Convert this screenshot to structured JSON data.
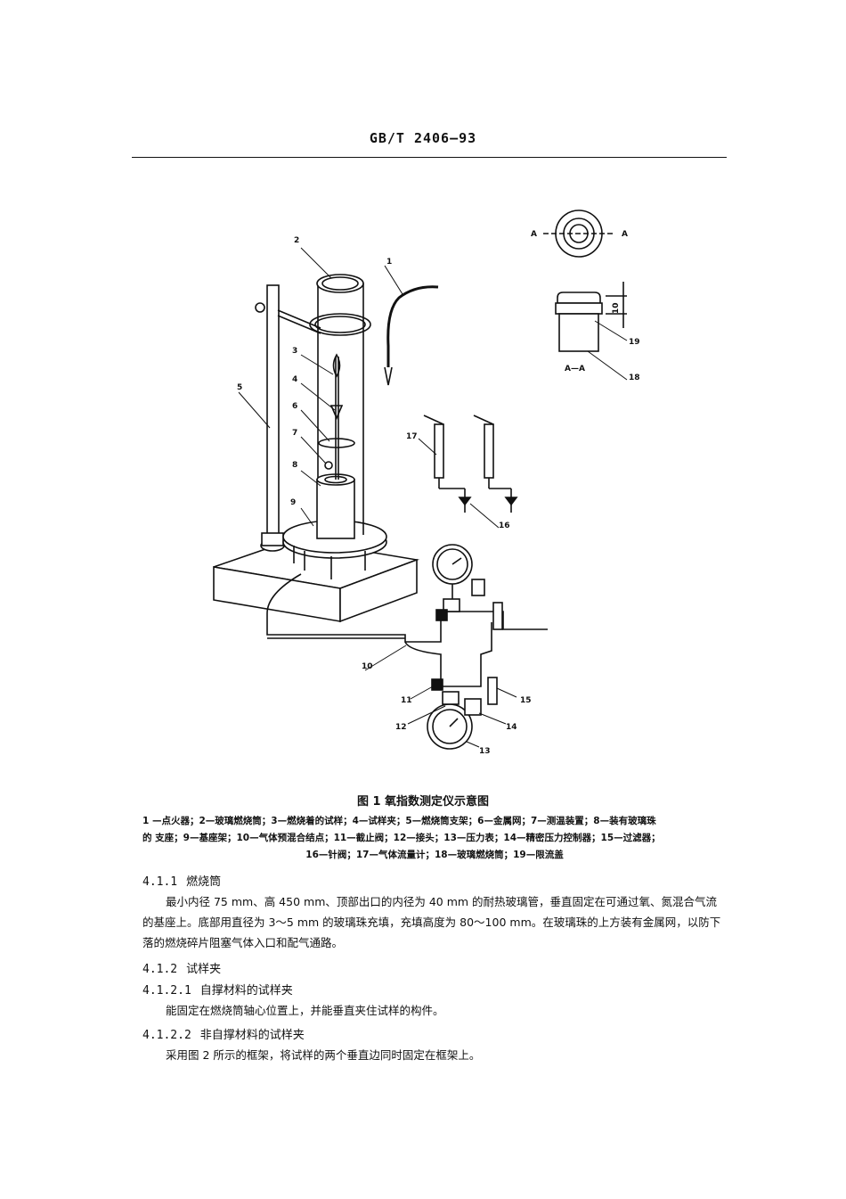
{
  "header": {
    "standard_no": "GB/T 2406—93"
  },
  "figure": {
    "title": "图 1   氧指数测定仪示意图",
    "legend_line1": "1 —点火器；2—玻璃燃烧筒；3—燃烧着的试样；4—试样夹；5—燃烧筒支架；6—金属网；7—测温装置；8—装有玻璃珠",
    "legend_line2": "的 支座；9—基座架；10—气体预混合结点；11—截止阀；12—接头；13—压力表；14—精密压力控制器；15—过滤器；",
    "legend_line3": "16—针阀；17—气体流量计；18—玻璃燃烧筒；19—限流盖",
    "labels": [
      "1",
      "2",
      "3",
      "4",
      "5",
      "6",
      "7",
      "8",
      "9",
      "10",
      "11",
      "12",
      "13",
      "14",
      "15",
      "16",
      "17",
      "18",
      "19"
    ],
    "section_a": "A",
    "section_aa": "A—A",
    "dim_10": "10"
  },
  "sections": [
    {
      "num": "4.1.1",
      "title": "燃烧筒"
    },
    {
      "num": "4.1.2",
      "title": "试样夹"
    },
    {
      "num": "4.1.2.1",
      "title": "自撑材料的试样夹"
    },
    {
      "num": "4.1.2.2",
      "title": "非自撑材料的试样夹"
    }
  ],
  "paragraphs": [
    "最小内径 75 mm、高 450 mm、顶部出口的内径为 40 mm 的耐热玻璃管，垂直固定在可通过氧、氮混合气流的基座上。底部用直径为 3～5 mm 的玻璃珠充填，充填高度为 80～100 mm。在玻璃珠的上方装有金属网，以防下落的燃烧碎片阻塞气体入口和配气通路。",
    "能固定在燃烧筒轴心位置上，并能垂直夹住试样的构件。",
    "采用图 2 所示的框架，将试样的两个垂直边同时固定在框架上。"
  ]
}
